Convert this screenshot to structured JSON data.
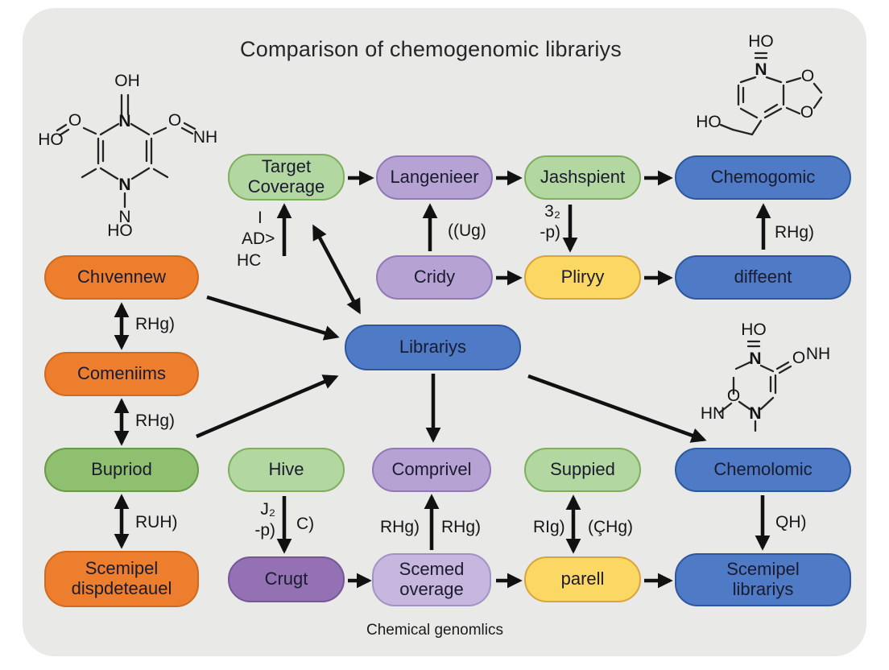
{
  "title": "Comparison of chemogenomic librariys",
  "caption": "Chemical genomlics",
  "nodes": {
    "target_coverage": "Target Coverage",
    "langenieer": "Langenieer",
    "jashspient": "Jashspient",
    "chemogomic": "Chemogomic",
    "cridy": "Cridy",
    "pliryy": "Pliryy",
    "diffeent": "diffeent",
    "chivennew": "Chıvennew",
    "comeniims": "Comeniims",
    "bupriod": "Bupriod",
    "scemipel_dispdeteauel": "Scemipel dispdeteauel",
    "librariys": "Librariys",
    "hive": "Hive",
    "comprivel": "Comprivel",
    "suppied": "Suppied",
    "chemolomic": "Chemolomic",
    "crugt": "Crugt",
    "scemed_overage": "Scemed overage",
    "parell": "parell",
    "scemipel_librariys": "Scemipel librariys"
  },
  "edge_labels": {
    "adhc_line1": "I",
    "adhc_line2": "AD>",
    "adhc_line3": "HC",
    "ug": "((Ug)",
    "sub32_line1": "3₂",
    "sub32_line2": "-p)",
    "rhg_diffeent": "RHg)",
    "rhg_chivennew": "RHg)",
    "rhg_comeniims": "RHg)",
    "ruh": "RUH)",
    "j2_line1": "J₂",
    "j2_line2": "-p)",
    "c": "C)",
    "rhg_left": "RHg)",
    "rhg_right": "RHg)",
    "rig": "RIg)",
    "chg": "(ÇHg)",
    "qh": "QH)"
  },
  "structures": {
    "top_left": {
      "oh": "OH",
      "n_top": "N",
      "o_left": "O",
      "ho_left": "HO",
      "o_right": "O",
      "nh_right": "NH",
      "n_bottom": "N",
      "n_lower": "N",
      "ho_lower": "HO"
    },
    "top_right": {
      "ho_top": "HO",
      "n": "N",
      "o_top": "O",
      "o_bottom": "O",
      "ho_left": "HO"
    },
    "mid_right": {
      "ho_top": "HO",
      "n_top": "N",
      "o_carbonyl": "O",
      "nh": "NH",
      "o_ring": "O",
      "n_bottom": "N",
      "hn": "HN"
    }
  },
  "colors": {
    "panel_background": "#e9e9e7",
    "node_green": "#b3d7a0",
    "node_dark_green": "#8ec06f",
    "node_purple": "#b6a3d3",
    "node_light_purple": "#c7b6dd",
    "node_dark_purple": "#9371b3",
    "node_orange": "#ec7e2e",
    "node_blue": "#4f7ac5",
    "node_yellow": "#fbd763",
    "arrow": "#111111"
  }
}
